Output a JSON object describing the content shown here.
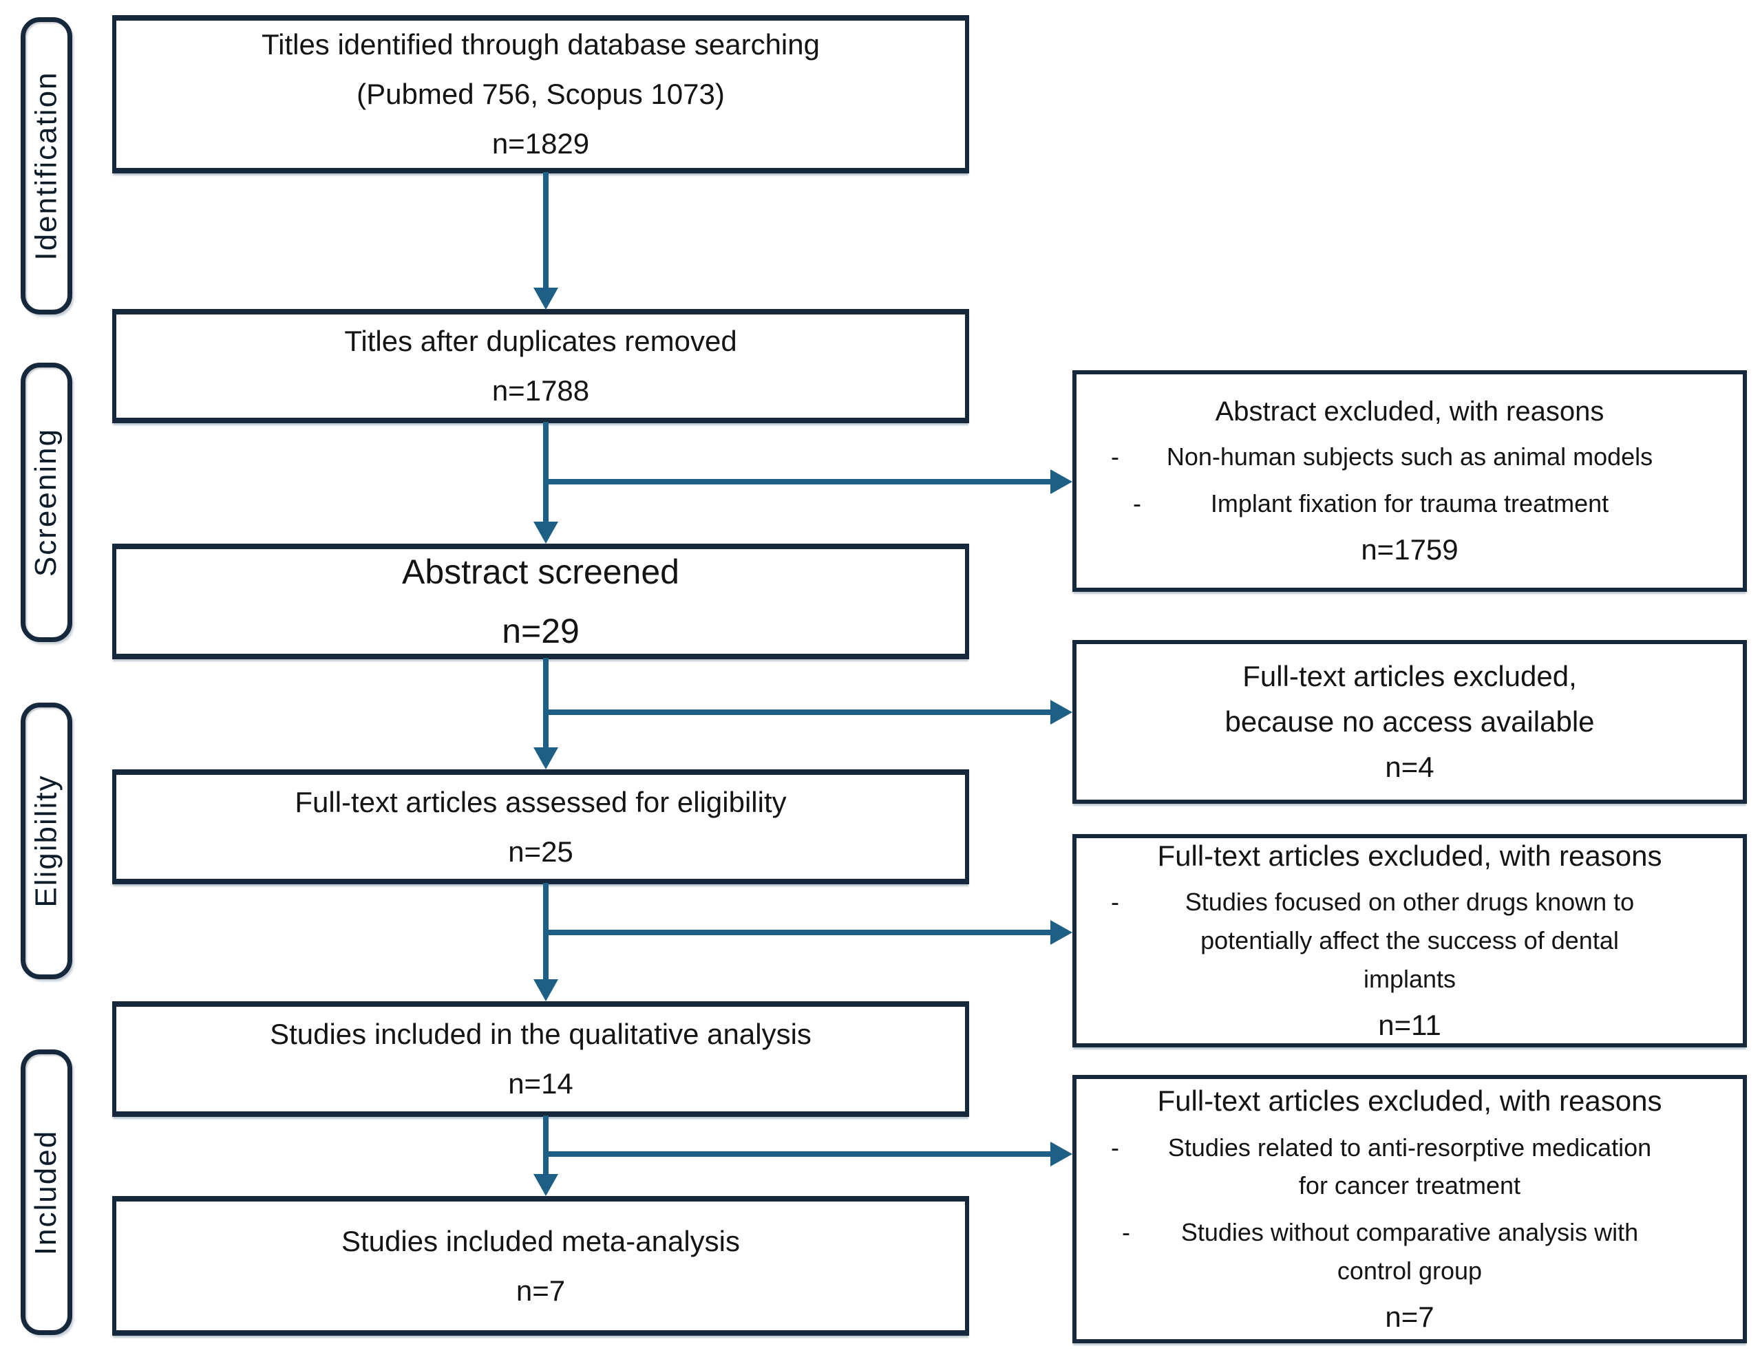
{
  "figure": {
    "bullet_marker": "-",
    "colors": {
      "arrow": "#1e5f86",
      "box_border": "#16293c",
      "background": "#ffffff",
      "text": "#141414"
    },
    "stages": [
      {
        "label": "Identification"
      },
      {
        "label": "Screening"
      },
      {
        "label": "Eligibility"
      },
      {
        "label": "Included"
      }
    ],
    "flow": [
      {
        "title": "Titles identified through database searching",
        "subtitle": "(Pubmed 756, Scopus 1073)",
        "count": "n=1829"
      },
      {
        "title": "Titles after duplicates removed",
        "count": "n=1788"
      },
      {
        "title": "Abstract screened",
        "count": "n=29"
      },
      {
        "title": "Full-text articles assessed for eligibility",
        "count": "n=25"
      },
      {
        "title": "Studies included in the qualitative analysis",
        "count": "n=14"
      },
      {
        "title": "Studies included meta-analysis",
        "count": "n=7"
      }
    ],
    "exclusions": [
      {
        "title": "Abstract excluded, with reasons",
        "bullets": [
          "Non-human subjects such as animal models",
          "Implant fixation for trauma treatment"
        ],
        "count": "n=1759"
      },
      {
        "title": "Full-text articles excluded,",
        "subtitle": "because no access available",
        "count": "n=4"
      },
      {
        "title": "Full-text articles excluded, with reasons",
        "bullets": [
          "Studies focused on other drugs known to potentially affect the success of dental implants"
        ],
        "count": "n=11"
      },
      {
        "title": "Full-text articles excluded, with reasons",
        "bullets": [
          "Studies related to anti-resorptive medication for cancer treatment",
          "Studies without comparative analysis with control group"
        ],
        "count": "n=7"
      }
    ]
  }
}
